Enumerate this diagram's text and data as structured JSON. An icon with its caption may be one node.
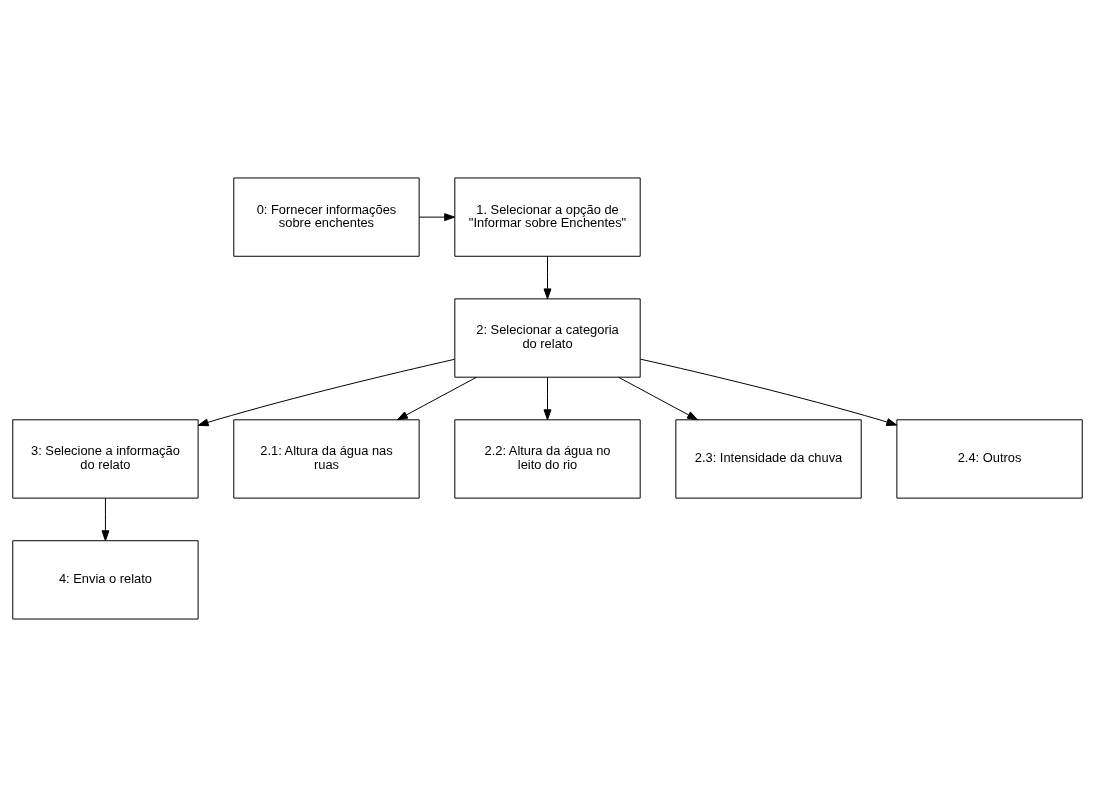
{
  "diagram": {
    "nodes": [
      {
        "text": [
          "0: Fornecer informações sobre enchentes"
        ]
      },
      {
        "text": [
          "1. Selecionar a opção de \"Informar sobre Enchentes\""
        ]
      },
      {
        "text": [
          "2: Selecionar a categoria do relato"
        ]
      },
      {
        "text": [
          "3: Selecione a informação do relato"
        ]
      },
      {
        "text": [
          "4: Envia o relato"
        ]
      },
      {
        "text": [
          "2.1: Altura da água nas ruas"
        ]
      },
      {
        "text": [
          "2.2: Altura da água no leito do rio"
        ]
      },
      {
        "text": [
          "2.3: Intensidade da chuva"
        ]
      },
      {
        "text": [
          "2.4: Outros"
        ]
      }
    ],
    "edges": [
      {
        "from": 0,
        "to": 1,
        "arrow": "to"
      },
      {
        "from": 1,
        "to": 2,
        "arrow": "to"
      },
      {
        "from": 2,
        "to": 5,
        "arrow": "to"
      },
      {
        "from": 2,
        "to": 6,
        "arrow": "to"
      },
      {
        "from": 2,
        "to": 7,
        "arrow": "to"
      },
      {
        "from": 2,
        "to": 8,
        "arrow": "to"
      },
      {
        "from": 2,
        "to": 3,
        "arrow": "to"
      },
      {
        "from": 3,
        "to": 4,
        "arrow": "to"
      }
    ]
  }
}
